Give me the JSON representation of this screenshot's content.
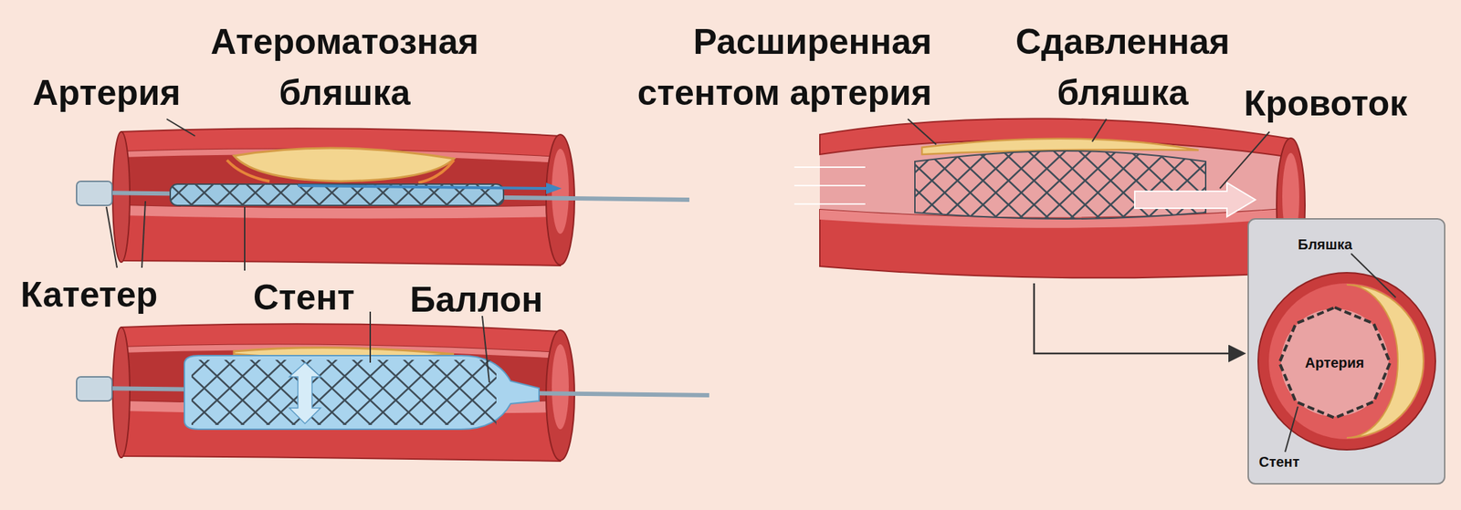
{
  "diagram": {
    "labels": [
      "Атероматозная бляшка",
      "Артерия",
      "Катетер",
      "Стент",
      "Баллон",
      "Расширенная стентом артерия",
      "Сдавленная бляшка",
      "Кровоток",
      "Бляшка",
      "Артерия",
      "Стент"
    ]
  }
}
